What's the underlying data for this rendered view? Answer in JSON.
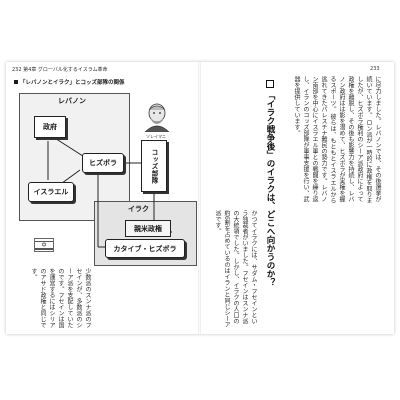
{
  "header": {
    "left": "232 第4章 グローバル化するイスラム革命",
    "right": "233"
  },
  "figure": {
    "caption": "「レバノンとイラク」とコッズ部隊の関係",
    "regions": {
      "lebanon": "レバノン",
      "iraq": "イラク"
    },
    "nodes": {
      "government": "政府",
      "hezbollah": "ヒズボラ",
      "israel": "イスラエル",
      "quds_force": "コッズ部隊",
      "pro_us_gov": "親米政権",
      "kataib_hezbollah": "カタイブ・ヒズボラ"
    },
    "portrait_caption": "ソレイマニ",
    "flag_icon": "israel-flag-icon",
    "portrait_icon": "soleimani-portrait-icon"
  },
  "body": {
    "paragraph_1": "に尽力しました。レバノンでは、その後選挙が続いています。\nロン派が一時的に政権を取りましたが、ヒズボラ権利のシーア派政府によって政権を離脱し、その後も影響力を持続し、レバノン政府はは影を潜めて、ヒズボラが実権を握るスポーツ。\n彼らは、もともとイスラエルから逃れてきたパレスチナ難民の勢力です。レバノン南部を中心にイスラエル軍との戦闘を繰り返し、イランのコッズ部隊が軍事支援を行い、武器を提供しています。",
    "heading": "「イラク戦争後」のイラクは、どこへ向かうのか？",
    "paragraph_2": "かつてイラクには、サダム・フセインという独裁者がいました。フセインはスンナ派の大統領でした。しかし、イラクの人口の約6割を占めているのはイランと同じシーア派です。",
    "paragraph_3": "少数派のスンナ派のフセインが、多数派のシーア派を支配していたのです。フセインは国を運営するにはシリアのアサド政権と同じです。"
  }
}
